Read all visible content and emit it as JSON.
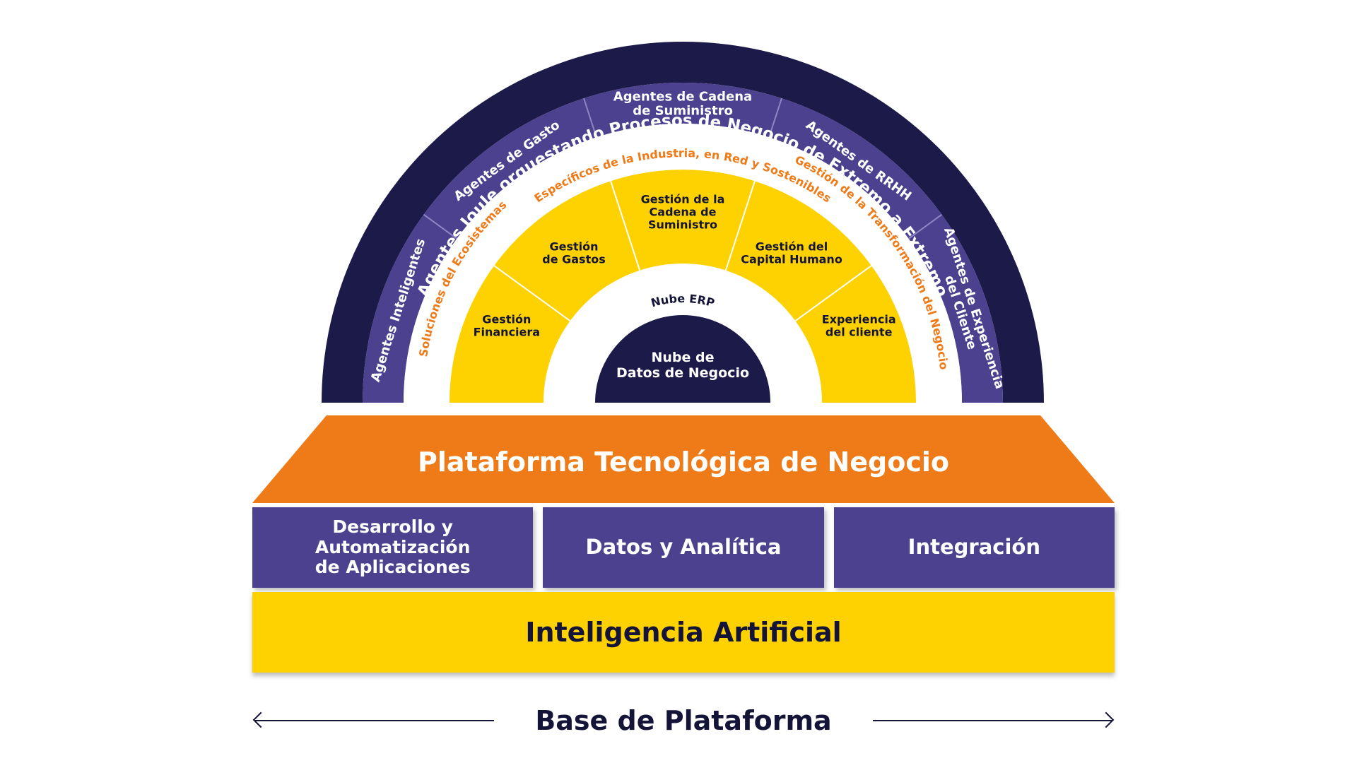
{
  "colors": {
    "navy": "#1c1a48",
    "purple": "#4c418f",
    "yellow": "#fdd200",
    "orange": "#ee7a18",
    "white": "#ffffff"
  },
  "arch": {
    "outer_band_label": "Agentes Joule orquestando Procesos de Negocio de Extremo a Extremo",
    "agent_segments": [
      {
        "label": "Agentes Inteligentes"
      },
      {
        "label": "Agentes de Gasto"
      },
      {
        "label": "Agentes de Cadena\nde Suministro"
      },
      {
        "label": "Agentes de RRHH"
      },
      {
        "label": "Agentes de Experiencia\ndel Cliente"
      }
    ],
    "solutions_band": [
      {
        "label": "Soluciones del Ecosistemas"
      },
      {
        "label": "Específicos de la Industria, en Red y Sostenibles"
      },
      {
        "label": "Gestión de la Transformación del Negocio"
      }
    ],
    "management_segments": [
      {
        "label": "Gestión\nFinanciera"
      },
      {
        "label": "Gestión\nde Gastos"
      },
      {
        "label": "Gestión de la\nCadena de\nSuministro"
      },
      {
        "label": "Gestión del\nCapital Humano"
      },
      {
        "label": "Experiencia\ndel cliente"
      }
    ],
    "erp_label": "Nube ERP",
    "core_label": "Nube de\nDatos de Negocio"
  },
  "platform": {
    "title": "Plataforma Tecnológica de Negocio",
    "pillars": [
      {
        "label": "Desarrollo y Automatización\nde Aplicaciones"
      },
      {
        "label": "Datos y Analítica"
      },
      {
        "label": "Integración"
      }
    ],
    "foundation": "Inteligencia Artificial",
    "base_label": "Base de Plataforma"
  }
}
